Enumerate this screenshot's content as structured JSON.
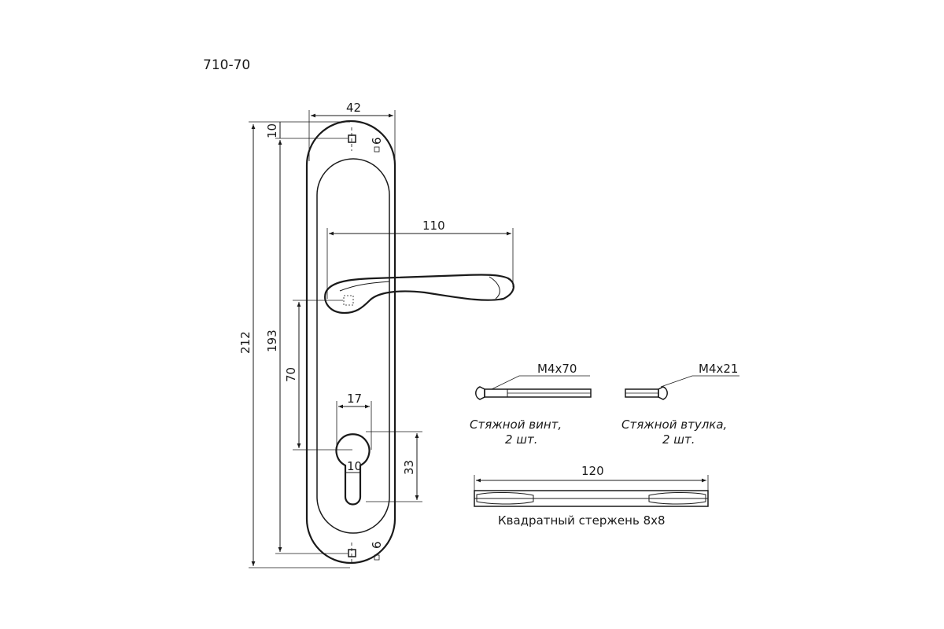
{
  "model_code": "710-70",
  "dimensions": {
    "plate_width": "42",
    "top_hole_offset": "10",
    "hole_size_top": "6",
    "hole_size_bottom": "6",
    "overall_height": "212",
    "hole_spacing": "193",
    "handle_length": "110",
    "center_distance": "70",
    "cylinder_width": "17",
    "cylinder_slot": "10",
    "cylinder_height": "33"
  },
  "parts": {
    "screw": {
      "spec": "M4x70",
      "caption_line1": "Стяжной винт,",
      "caption_line2": "2 шт."
    },
    "bushing": {
      "spec": "M4x21",
      "caption_line1": "Стяжной втулка,",
      "caption_line2": "2 шт."
    },
    "rod": {
      "length": "120",
      "caption": "Квадратный стержень 8х8"
    }
  },
  "colors": {
    "line": "#1a1a1a",
    "background": "#ffffff"
  }
}
